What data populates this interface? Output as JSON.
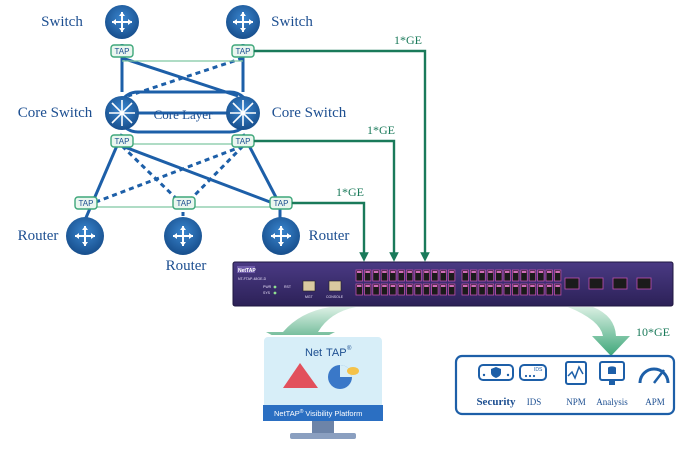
{
  "labels": {
    "switch_left": "Switch",
    "switch_right": "Switch",
    "core_left": "Core Switch",
    "core_right": "Core Switch",
    "core_layer": "Core Layer",
    "router_left": "Router",
    "router_mid": "Router",
    "router_right": "Router",
    "tap": "TAP",
    "ge_top": "1*GE",
    "ge_mid": "1*GE",
    "ge_low": "1*GE",
    "ge_out": "10*GE"
  },
  "device": {
    "brand": "NetTAP",
    "model": "NT-FTAP-48GE-D",
    "mgmt_label": "MGT",
    "console_label": "CONSOLE",
    "led_labels": [
      "PWR",
      "SYS",
      "RST"
    ]
  },
  "monitor": {
    "brand_net": "Net",
    "brand_tap": "TAP",
    "brand_reg": "®",
    "platform_prefix": "NetTAP",
    "platform_suffix": "Visibility Platform"
  },
  "tools": [
    {
      "label": "Security",
      "icon": "shield-server-icon"
    },
    {
      "label": "IDS",
      "icon": "ids-server-icon"
    },
    {
      "label": "NPM",
      "icon": "npm-chart-icon"
    },
    {
      "label": "Analysis",
      "icon": "analysis-monitor-icon"
    },
    {
      "label": "APM",
      "icon": "apm-gauge-icon"
    }
  ],
  "colors": {
    "node_blue": "#1d5fa8",
    "link_blue": "#1d5fa8",
    "tap_green": "#7fc6a2",
    "ge_green": "#1a7a5a",
    "device_purple": "#3c2d6e",
    "port_magenta": "#c04fae"
  }
}
